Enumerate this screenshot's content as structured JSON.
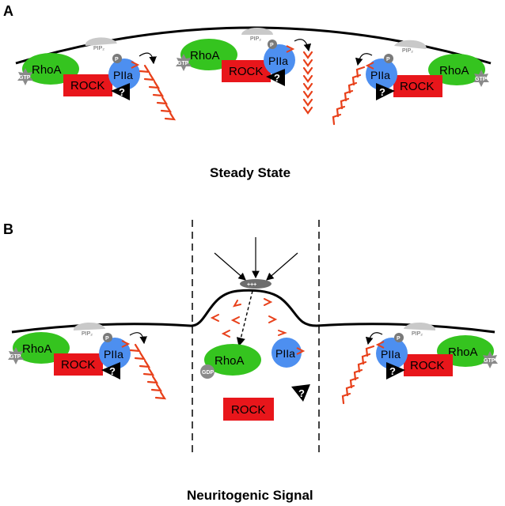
{
  "panel_a": {
    "letter": "A",
    "caption": "Steady State"
  },
  "panel_b": {
    "letter": "B",
    "caption": "Neuritogenic Signal",
    "charge_label": "+++"
  },
  "labels": {
    "rhoa": "RhoA",
    "rock": "ROCK",
    "piia": "PIIa",
    "phospho": "P",
    "gtp": "GTP",
    "gdp": "GDP",
    "pip2": "PIP₂",
    "unknown": "?"
  },
  "colors": {
    "rhoa": "#35c41f",
    "rock": "#e8161b",
    "piia": "#4d8ff0",
    "chevron": "#e8401a",
    "phospho": "#7a7a7a",
    "gtp": "#8a8a8a",
    "pip2": "#c9c9c9",
    "membrane": "#000000"
  },
  "icons": {
    "unknown_factor": "black-triangle-question-icon",
    "gtp": "star-badge-icon",
    "gdp": "circle-badge-icon",
    "filament": "chevron-chain-icon"
  }
}
